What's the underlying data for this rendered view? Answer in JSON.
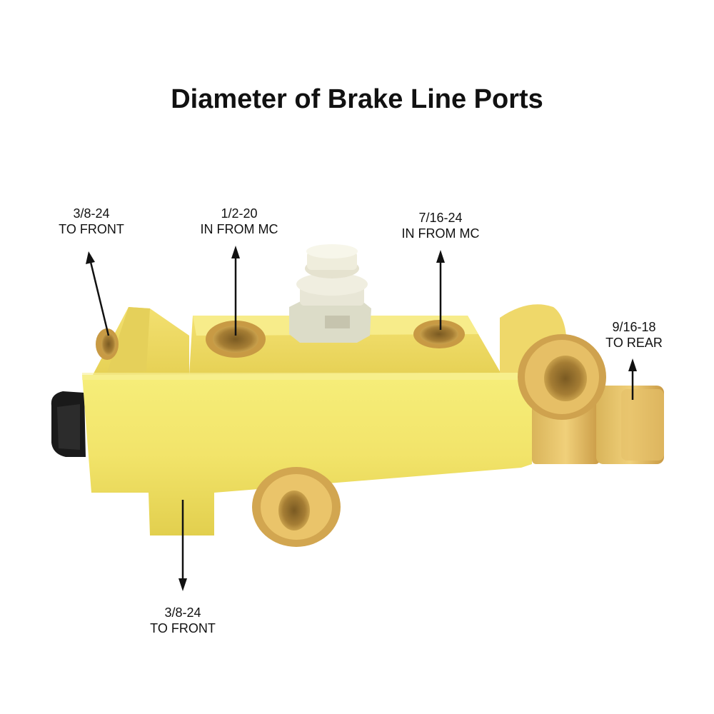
{
  "title": "Diameter of Brake Line Ports",
  "callouts": [
    {
      "id": "left-front",
      "size": "3/8-24",
      "direction": "TO FRONT"
    },
    {
      "id": "mc-primary",
      "size": "1/2-20",
      "direction": "IN FROM MC"
    },
    {
      "id": "mc-secondary",
      "size": "7/16-24",
      "direction": "IN FROM MC"
    },
    {
      "id": "rear",
      "size": "9/16-18",
      "direction": "TO REAR"
    },
    {
      "id": "bottom-front",
      "size": "3/8-24",
      "direction": "TO FRONT"
    }
  ],
  "colors": {
    "brass_light": "#f4e86a",
    "brass_mid": "#e3cf45",
    "brass_dark": "#b8952a",
    "bronze": "#c99a45",
    "arrow": "#111111",
    "switch": "#e8e6d6",
    "cap": "#1a1a1a"
  },
  "icons": [
    "arrow-up-icon",
    "arrow-down-icon"
  ]
}
